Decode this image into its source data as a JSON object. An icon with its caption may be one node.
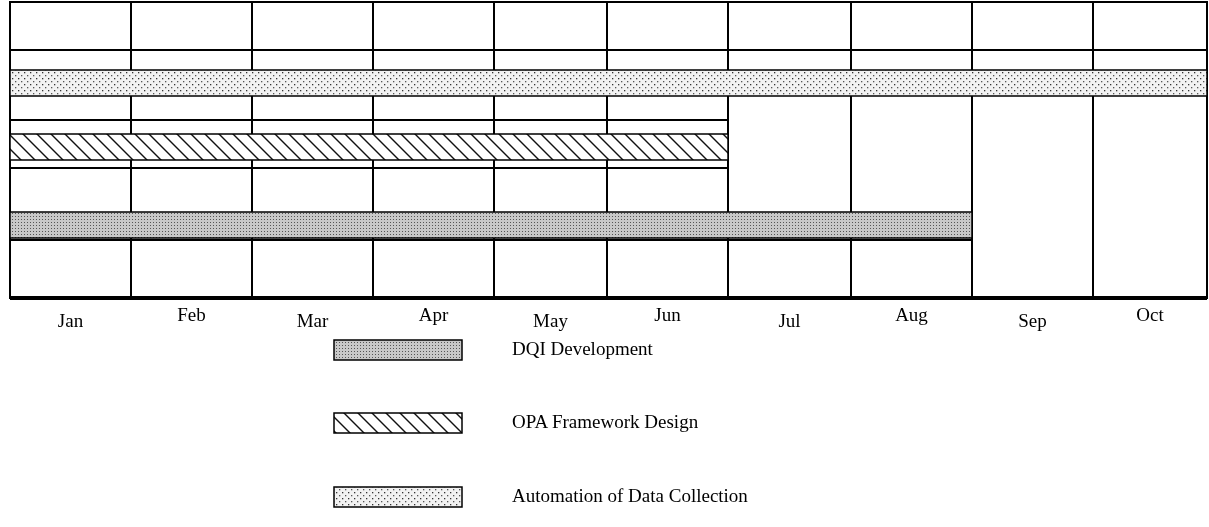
{
  "diagram": {
    "labels": [
      "Jan",
      "Feb",
      "Mar",
      "Apr",
      "May",
      "Jun",
      "Jul",
      "Aug",
      "Sep",
      "Oct"
    ],
    "legend": [
      {
        "text": "DQI Development"
      },
      {
        "text": "OPA Framework Design"
      },
      {
        "text": "Automation of Data Collection"
      }
    ]
  }
}
